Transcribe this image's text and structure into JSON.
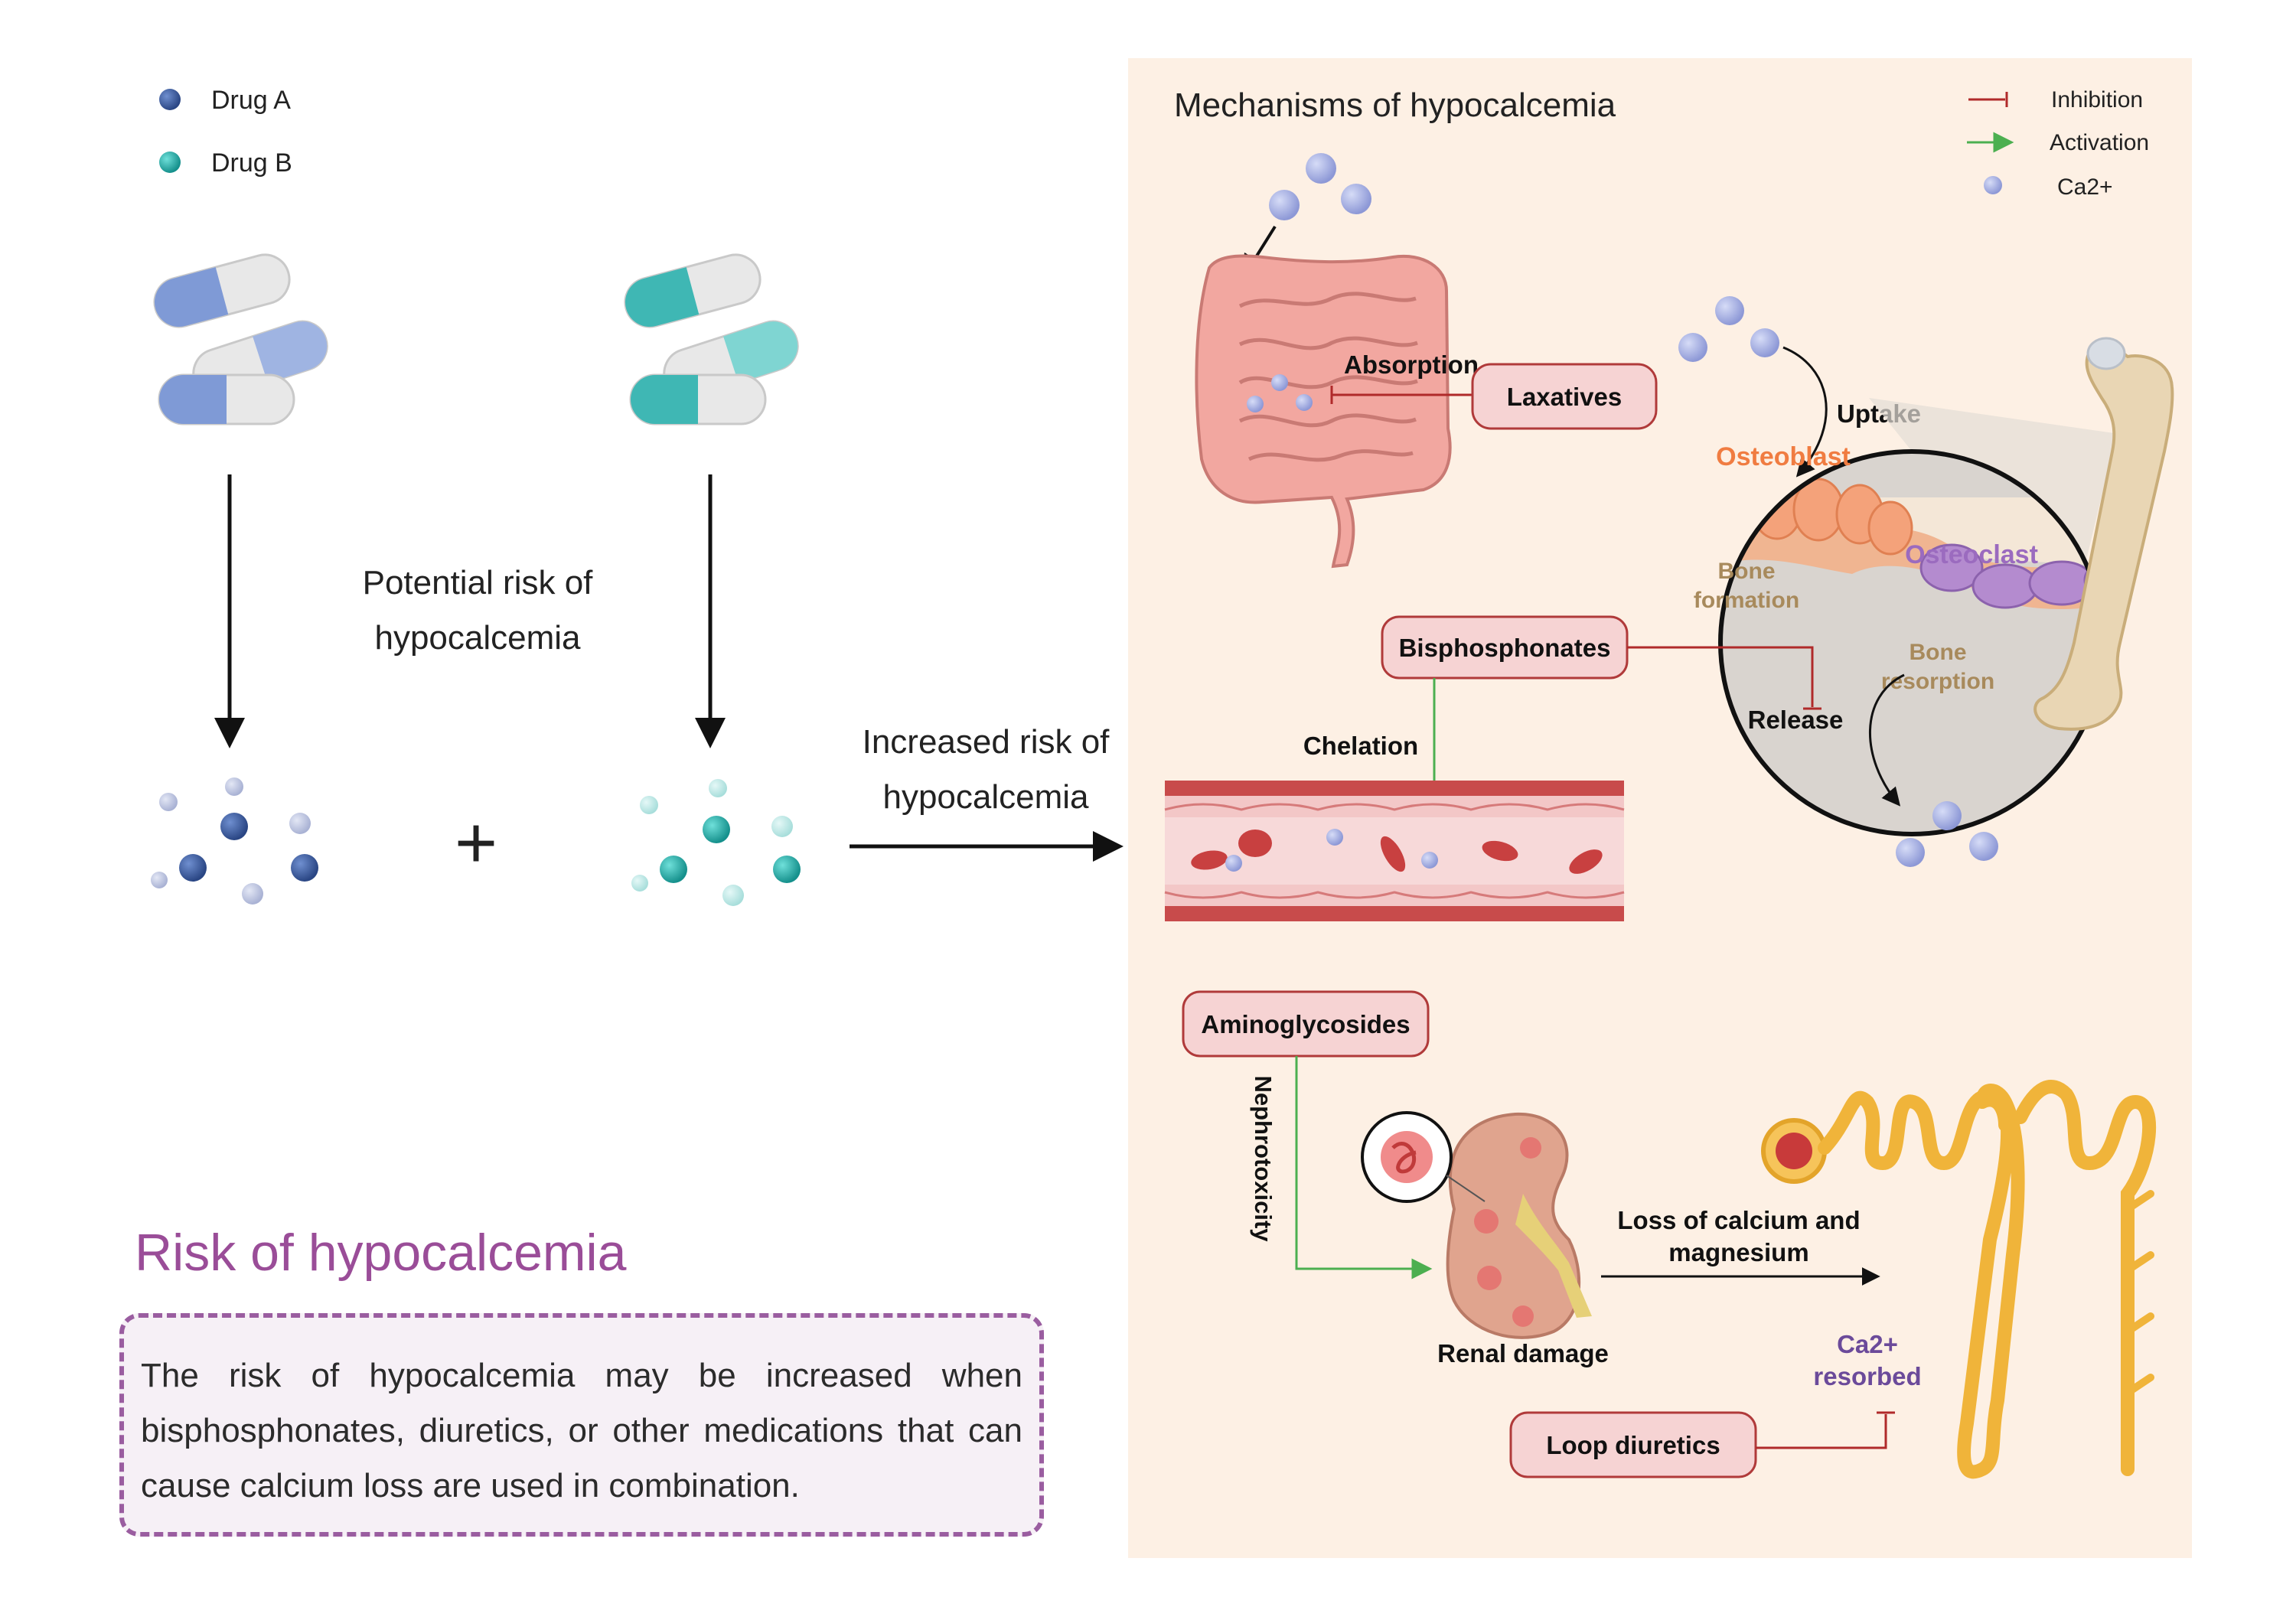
{
  "legend_left": {
    "drug_a": "Drug A",
    "drug_b": "Drug B"
  },
  "flow": {
    "potential_line1": "Potential risk of",
    "potential_line2": "hypocalcemia",
    "increased_line1": "Increased risk of",
    "increased_line2": "hypocalcemia",
    "plus": "+"
  },
  "panel": {
    "title": "Mechanisms of hypocalcemia",
    "legend": {
      "inhibition": "Inhibition",
      "activation": "Activation",
      "ca": "Ca2+"
    },
    "labels": {
      "absorption": "Absorption",
      "laxatives": "Laxatives",
      "uptake": "Uptake",
      "osteoblast": "Osteoblast",
      "osteoclast": "Osteoclast",
      "bone_formation_1": "Bone",
      "bone_formation_2": "formation",
      "bone_resorption_1": "Bone",
      "bone_resorption_2": "resorption",
      "bisphosphonates": "Bisphosphonates",
      "release": "Release",
      "chelation": "Chelation",
      "aminoglycosides": "Aminoglycosides",
      "nephrotoxicity": "Nephrotoxicity",
      "renal_damage": "Renal  damage",
      "loss_1": "Loss of calcium and",
      "loss_2": "magnesium",
      "ca_resorbed_1": "Ca2+",
      "ca_resorbed_2": "resorbed",
      "loop_diuretics": "Loop diuretics"
    }
  },
  "summary": {
    "title": "Risk of hypocalcemia",
    "text": "The risk of hypocalcemia may be increased when bisphosphonates, diuretics, or other medications that can cause calcium loss are used in combination."
  },
  "colors": {
    "drug_a": "#3d5a96",
    "drug_b": "#2fb3b0",
    "ca_ion": "#a9b2e0",
    "panel_bg": "#fdf0e4",
    "inhibition": "#b02a2a",
    "activation": "#4caf50",
    "accent_purple": "#9a4d98",
    "label_box": "#f6d3d3"
  }
}
